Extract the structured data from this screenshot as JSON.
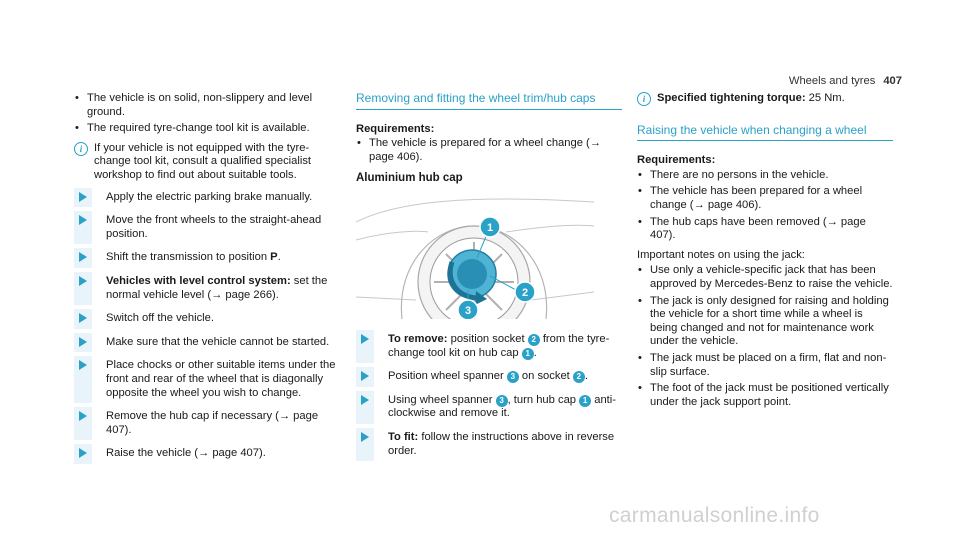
{
  "header": {
    "title": "Wheels and tyres",
    "page_number": "407"
  },
  "col1": {
    "bullets": [
      "The vehicle is on solid, non-slippery and level ground.",
      "The required tyre-change tool kit is available."
    ],
    "note": "If your vehicle is not equipped with the tyre-change tool kit, consult a qualified specialist workshop to find out about suitable tools.",
    "steps": [
      {
        "bold": "",
        "text": "Apply the electric parking brake manually."
      },
      {
        "bold": "",
        "text": "Move the front wheels to the straight-ahead position."
      },
      {
        "bold": "",
        "text": "Shift the transmission to position"
      },
      {
        "bold": "Vehicles with level control system:",
        "text": " set the normal vehicle level (→ page 266)."
      },
      {
        "bold": "",
        "text": "Switch off the vehicle."
      },
      {
        "bold": "",
        "text": "Make sure that the vehicle cannot be started."
      },
      {
        "bold": "",
        "text": "Place chocks or other suitable items under the front and rear of the wheel that is diagonally opposite the wheel you wish to change."
      },
      {
        "bold": "",
        "text": "Remove the hub cap if necessary (→ page 407)."
      },
      {
        "bold": "",
        "text": "Raise the vehicle (→ page 407)."
      }
    ],
    "park_symbol": "P"
  },
  "col2": {
    "section_title": "Removing and fitting the wheel trim/hub caps",
    "requirements_title": "Requirements:",
    "requirements": [
      "The vehicle is prepared for a wheel change (→ page 406)."
    ],
    "subsection_title": "Aluminium hub cap",
    "figure_callouts": [
      "1",
      "2",
      "3"
    ],
    "steps": [
      {
        "bold": "To remove:",
        "parts": [
          " position socket ",
          "2",
          " from the tyre-change tool kit on hub cap ",
          "1",
          "."
        ]
      },
      {
        "bold": "",
        "parts": [
          "Position wheel spanner ",
          "3",
          " on socket ",
          "2",
          "."
        ]
      },
      {
        "bold": "",
        "parts": [
          "Using wheel spanner ",
          "3",
          ", turn hub cap ",
          "1",
          " anti-clockwise and remove it."
        ]
      },
      {
        "bold": "To fit:",
        "parts": [
          " follow the instructions above in reverse order."
        ]
      }
    ]
  },
  "col3": {
    "torque_label": "Specified tightening torque:",
    "torque_value": " 25 Nm.",
    "section_title": "Raising the vehicle when changing a wheel",
    "requirements_title": "Requirements:",
    "requirements": [
      "There are no persons in the vehicle.",
      "The vehicle has been prepared for a wheel change (→ page 406).",
      "The hub caps have been removed (→ page 407)."
    ],
    "notes_intro": "Important notes on using the jack:",
    "notes": [
      "Use only a vehicle-specific jack that has been approved by Mercedes-Benz to raise the vehicle.",
      "The jack is only designed for raising and holding the vehicle for a short time while a wheel is being changed and not for maintenance work under the vehicle.",
      "The jack must be placed on a firm, flat and non-slip surface.",
      "The foot of the jack must be positioned vertically under the jack support point."
    ]
  },
  "watermark": "carmanualsonline.info",
  "colors": {
    "accent": "#2aa1c6",
    "step_bar": "#e8f4f9",
    "text": "#1a1a1a"
  }
}
